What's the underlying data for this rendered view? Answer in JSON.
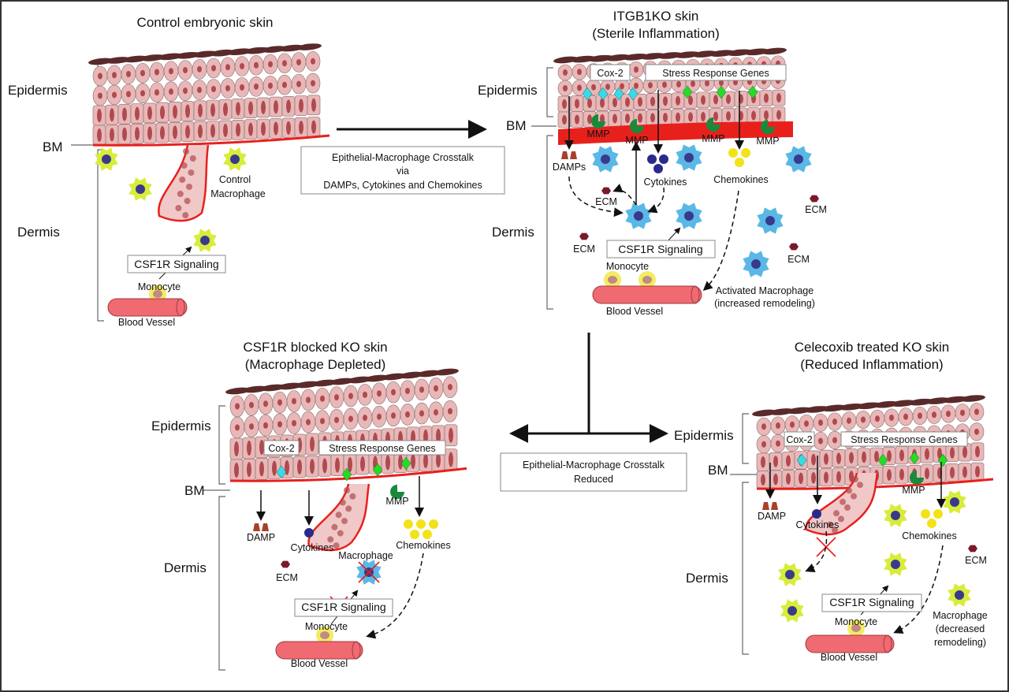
{
  "colors": {
    "corneocyte": "#5a2a2a",
    "keratinocyte_fill": "#e8b8b8",
    "keratinocyte_stroke": "#8a6a6a",
    "nucleus": "#b04a4e",
    "basement_membrane": "#e8201c",
    "control_macrophage": "#d8ec3a",
    "activated_macrophage": "#5ab8e6",
    "macrophage_nucleus": "#3a3a8c",
    "monocyte_ring": "#f2ec62",
    "monocyte_nucleus": "#c08a86",
    "blood_vessel": "#f06a72",
    "cox2_marker": "#33dde8",
    "stress_marker": "#22dd22",
    "mmp": "#1a8a3a",
    "damp": "#a8402a",
    "ecm": "#7a1a28",
    "cytokine": "#2a2a8c",
    "chemokine": "#f2e21a",
    "block_cross": "#e81c1c"
  },
  "panels": {
    "control": {
      "title": "Control embryonic skin",
      "epidermis": "Epidermis",
      "bm": "BM",
      "dermis": "Dermis",
      "macrophage_label_1": "Control",
      "macrophage_label_2": "Macrophage",
      "signaling": "CSF1R Signaling",
      "monocyte": "Monocyte",
      "vessel": "Blood Vessel"
    },
    "itgb1ko": {
      "title_1": "ITGB1KO skin",
      "title_2": "(Sterile Inflammation)",
      "epidermis": "Epidermis",
      "bm": "BM",
      "dermis": "Dermis",
      "cox2": "Cox-2",
      "stress": "Stress Response Genes",
      "mmp": "MMP",
      "damps": "DAMPs",
      "cytokines": "Cytokines",
      "chemokines": "Chemokines",
      "ecm": "ECM",
      "signaling": "CSF1R Signaling",
      "monocyte": "Monocyte",
      "vessel": "Blood Vessel",
      "macrophage_label_1": "Activated Macrophage",
      "macrophage_label_2": "(increased remodeling)"
    },
    "csf1r": {
      "title_1": "CSF1R blocked KO skin",
      "title_2": "(Macrophage Depleted)",
      "epidermis": "Epidermis",
      "bm": "BM",
      "dermis": "Dermis",
      "cox2": "Cox-2",
      "stress": "Stress Response Genes",
      "mmp": "MMP",
      "damp": "DAMP",
      "cytokines": "Cytokines",
      "chemokines": "Chemokines",
      "ecm": "ECM",
      "macrophage": "Macrophage",
      "signaling": "CSF1R Signaling",
      "monocyte": "Monocyte",
      "vessel": "Blood Vessel"
    },
    "celecoxib": {
      "title_1": "Celecoxib treated KO skin",
      "title_2": "(Reduced Inflammation)",
      "epidermis": "Epidermis",
      "bm": "BM",
      "dermis": "Dermis",
      "cox2": "Cox-2",
      "stress": "Stress Response Genes",
      "mmp": "MMP",
      "damp": "DAMP",
      "cytokines": "Cytokines",
      "chemokines": "Chemokines",
      "ecm": "ECM",
      "signaling": "CSF1R Signaling",
      "monocyte": "Monocyte",
      "vessel": "Blood Vessel",
      "macrophage_label_1": "Macrophage",
      "macrophage_label_2": "(decreased",
      "macrophage_label_3": "remodeling)"
    }
  },
  "transitions": {
    "crosstalk_line_1": "Epithelial-Macrophage Crosstalk",
    "crosstalk_line_2": "via",
    "crosstalk_line_3": "DAMPs, Cytokines and Chemokines",
    "reduced_line_1": "Epithelial-Macrophage Crosstalk",
    "reduced_line_2": "Reduced"
  }
}
